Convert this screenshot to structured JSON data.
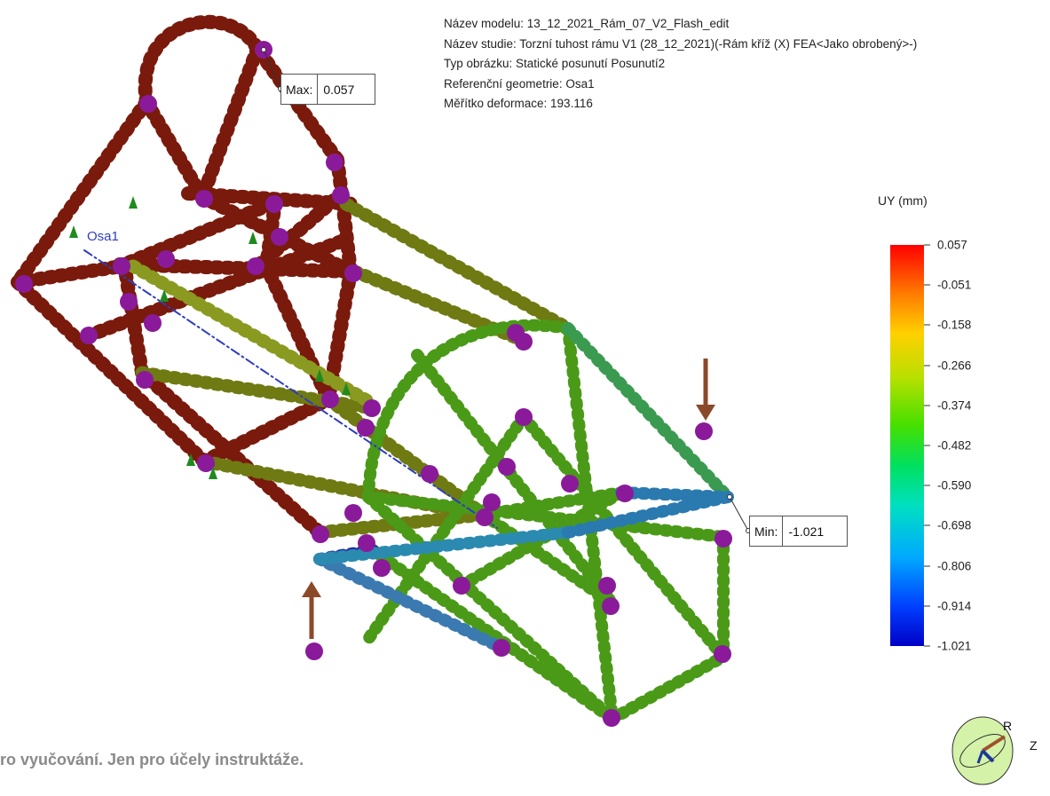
{
  "info": {
    "model": "Název modelu: 13_12_2021_Rám_07_V2_Flash_edit",
    "study": "Název studie: Torzní tuhost rámu V1 (28_12_2021)(-Rám kříž (X) FEA<Jako obrobený>-)",
    "plot_type": "Typ obrázku: Statické posunutí Posunutí2",
    "reference": "Referenční geometrie: Osa1",
    "scale": "Měřítko deformace: 193.116"
  },
  "legend": {
    "title": "UY (mm)",
    "ticks": [
      "0.057",
      "-0.051",
      "-0.158",
      "-0.266",
      "-0.374",
      "-0.482",
      "-0.590",
      "-0.698",
      "-0.806",
      "-0.914",
      "-1.021"
    ],
    "colors": {
      "max": "#ff0000",
      "min": "#0000c8"
    }
  },
  "probes": {
    "max": {
      "label": "Max:",
      "value": "0.057"
    },
    "min": {
      "label": "Min:",
      "value": "-1.021"
    }
  },
  "axis_ref_label": "Osa1",
  "watermark": "ro vyučování. Jen pro účely instruktáže.",
  "triad": {
    "r_label": "R",
    "z_label": "Z"
  },
  "icons": [
    "load-arrow-icon",
    "fixture-arrow-icon",
    "triad-icon"
  ]
}
